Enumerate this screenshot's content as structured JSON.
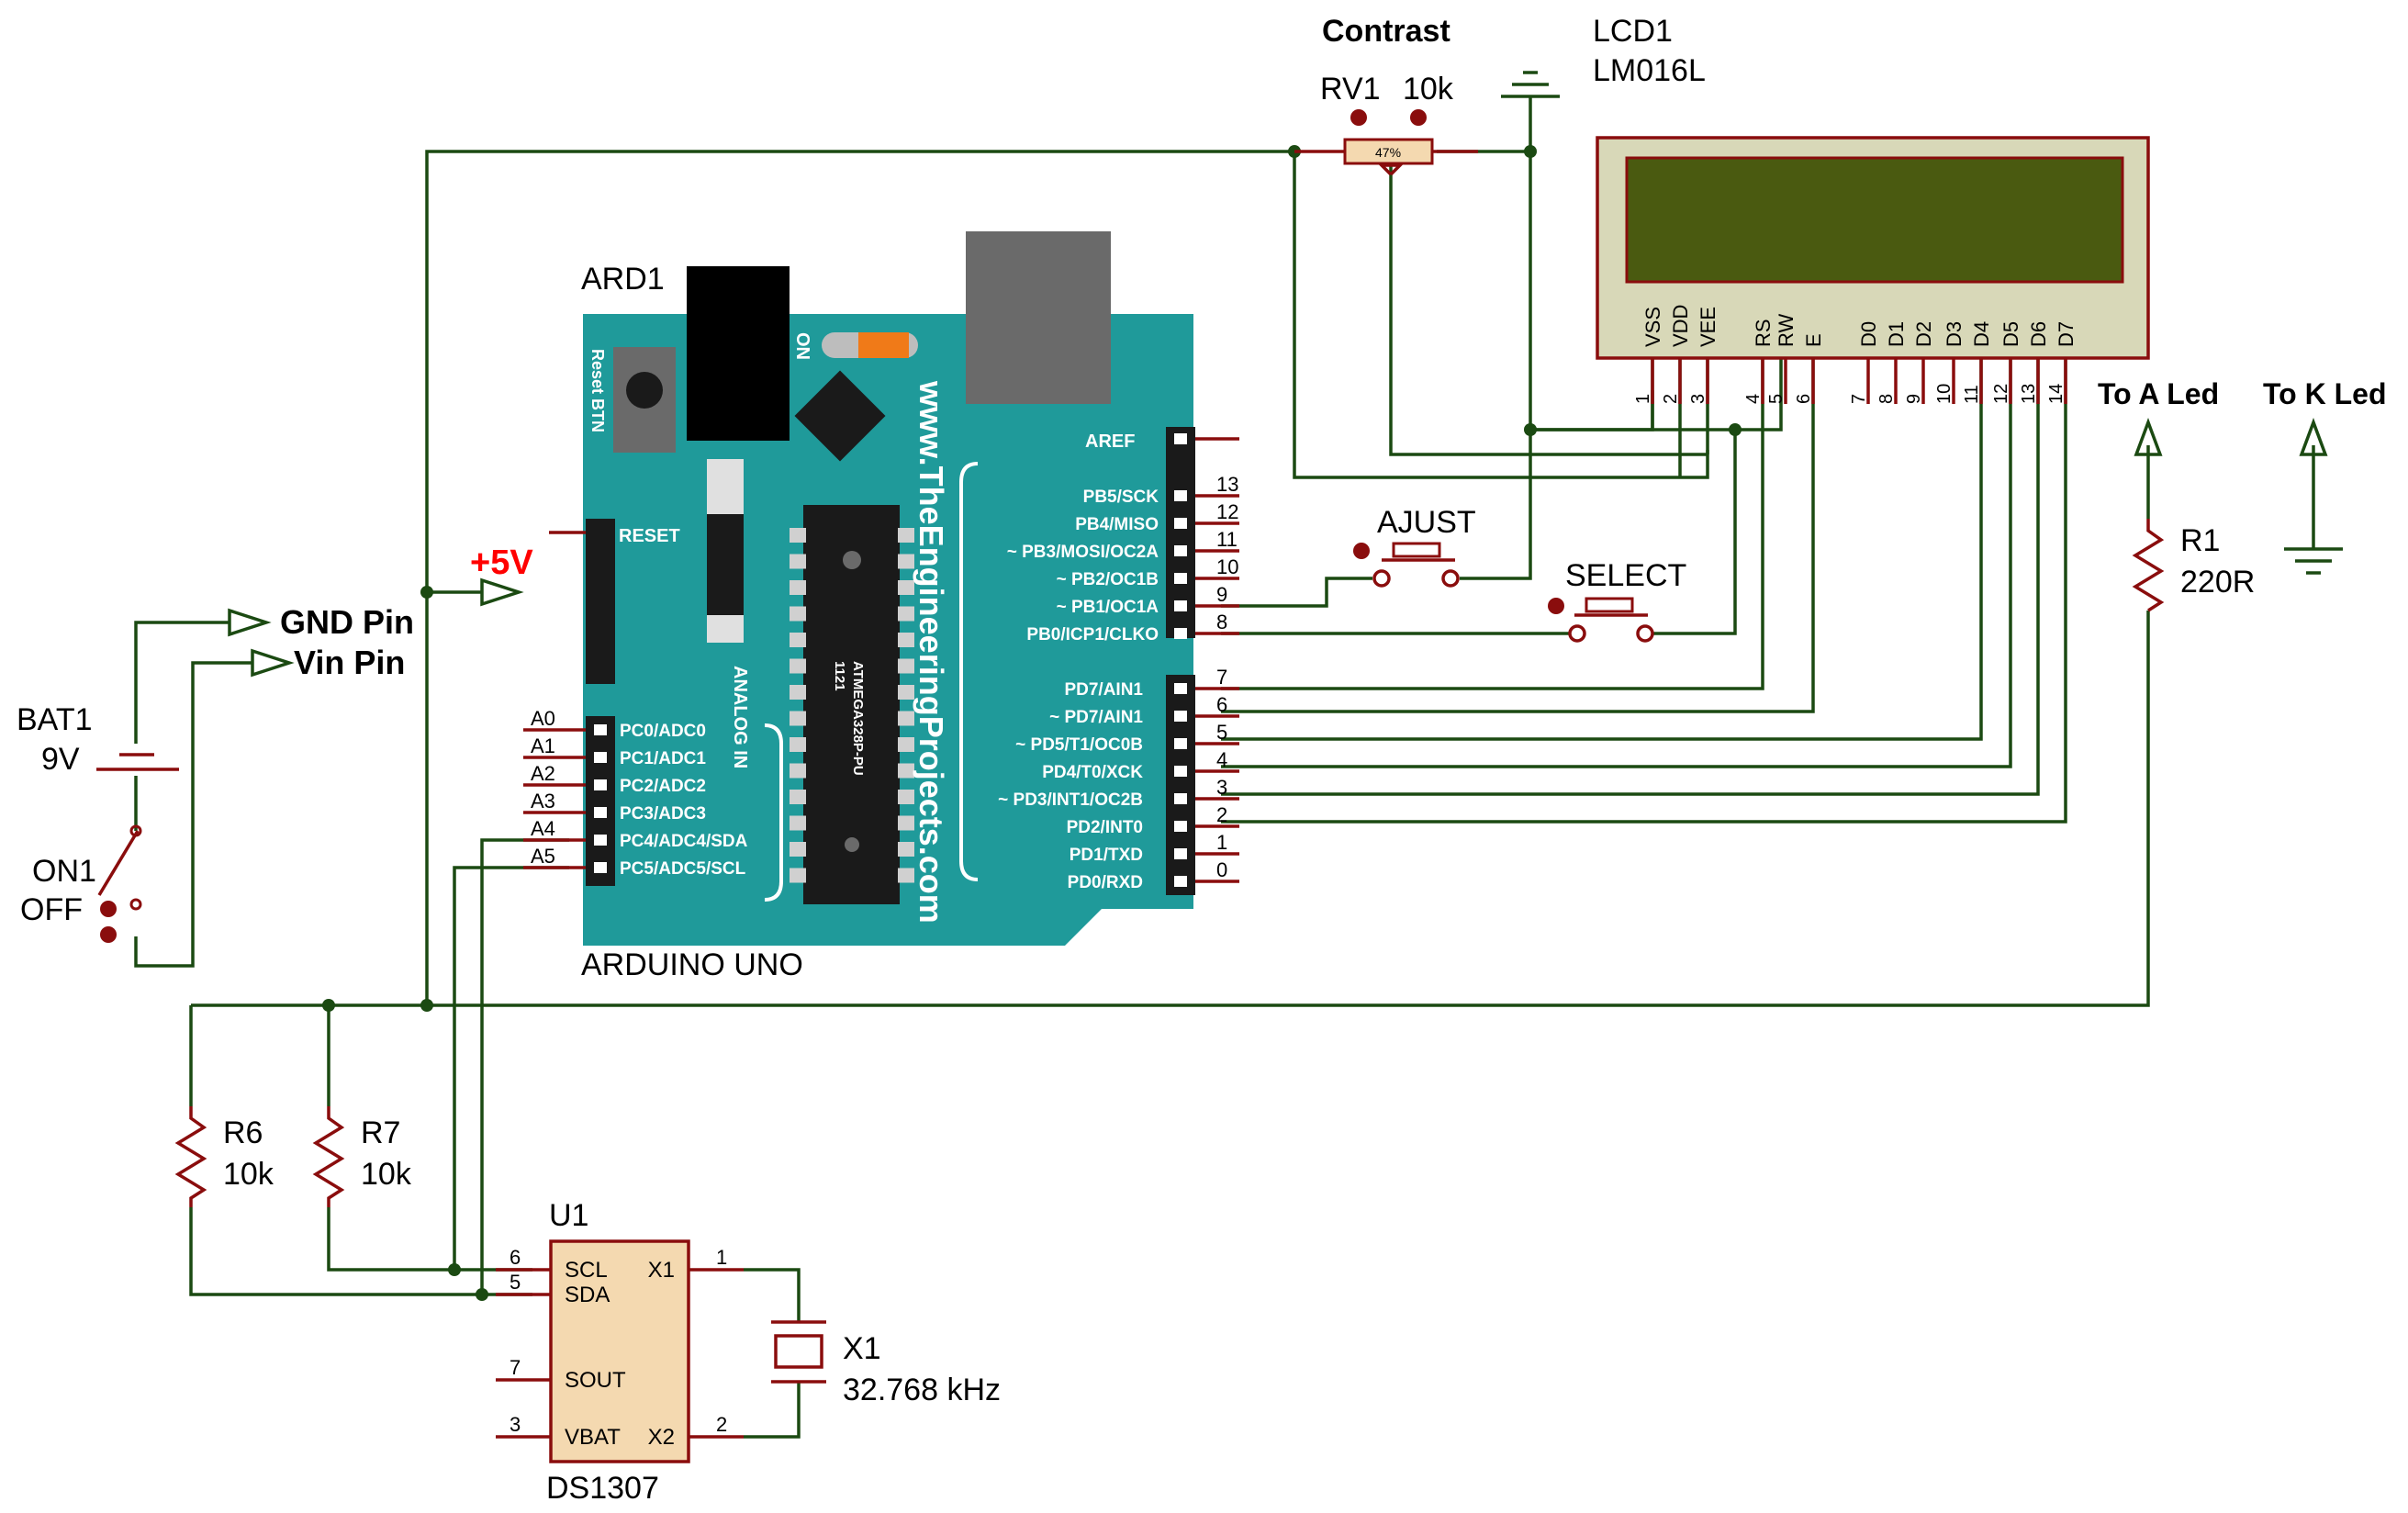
{
  "title_contrast": "Contrast",
  "rv1": {
    "ref": "RV1",
    "value": "10k",
    "percent": "47%"
  },
  "lcd": {
    "ref": "LCD1",
    "model": "LM016L",
    "pins": [
      "VSS",
      "VDD",
      "VEE",
      "RS",
      "RW",
      "E",
      "D0",
      "D1",
      "D2",
      "D3",
      "D4",
      "D5",
      "D6",
      "D7"
    ],
    "nums": [
      "1",
      "2",
      "3",
      "4",
      "5",
      "6",
      "7",
      "8",
      "9",
      "10",
      "11",
      "12",
      "13",
      "14"
    ]
  },
  "arduino": {
    "ref": "ARD1",
    "name": "ARDUINO UNO",
    "website": "www.TheEngineeringProjects.com",
    "reset_btn": "Reset BTN",
    "on": "ON",
    "analog_in": "ANALOG IN",
    "chip": "ATMEGA328P-PU",
    "chip_code": "1121",
    "reset": "RESET",
    "aref": "AREF",
    "analog_pins": [
      {
        "tag": "A0",
        "label": "PC0/ADC0"
      },
      {
        "tag": "A1",
        "label": "PC1/ADC1"
      },
      {
        "tag": "A2",
        "label": "PC2/ADC2"
      },
      {
        "tag": "A3",
        "label": "PC3/ADC3"
      },
      {
        "tag": "A4",
        "label": "PC4/ADC4/SDA"
      },
      {
        "tag": "A5",
        "label": "PC5/ADC5/SCL"
      }
    ],
    "pb_pins": [
      {
        "num": "13",
        "label": "PB5/SCK"
      },
      {
        "num": "12",
        "label": "PB4/MISO"
      },
      {
        "num": "11",
        "label": "~ PB3/MOSI/OC2A"
      },
      {
        "num": "10",
        "label": "~ PB2/OC1B"
      },
      {
        "num": "9",
        "label": "~ PB1/OC1A"
      },
      {
        "num": "8",
        "label": "PB0/ICP1/CLKO"
      }
    ],
    "pd_pins": [
      {
        "num": "7",
        "label": "PD7/AIN1"
      },
      {
        "num": "6",
        "label": "~ PD7/AIN1"
      },
      {
        "num": "5",
        "label": "~ PD5/T1/OC0B"
      },
      {
        "num": "4",
        "label": "PD4/T0/XCK"
      },
      {
        "num": "3",
        "label": "~ PD3/INT1/OC2B"
      },
      {
        "num": "2",
        "label": "PD2/INT0"
      },
      {
        "num": "1",
        "label": "PD1/TXD"
      },
      {
        "num": "0",
        "label": "PD0/RXD"
      }
    ]
  },
  "power": {
    "plus5v": "+5V",
    "gnd_pin": "GND Pin",
    "vin_pin": "Vin Pin"
  },
  "battery": {
    "ref": "BAT1",
    "value": "9V"
  },
  "switch": {
    "ref": "ON1",
    "state": "OFF"
  },
  "buttons": {
    "ajust": "AJUST",
    "select": "SELECT"
  },
  "r6": {
    "ref": "R6",
    "value": "10k"
  },
  "r7": {
    "ref": "R7",
    "value": "10k"
  },
  "r1": {
    "ref": "R1",
    "value": "220R"
  },
  "led_a": "To A Led",
  "led_k": "To K Led",
  "rtc": {
    "ref": "U1",
    "model": "DS1307",
    "pins": [
      {
        "name": "SCL",
        "num": "6"
      },
      {
        "name": "SDA",
        "num": "5"
      },
      {
        "name": "SOUT",
        "num": "7"
      },
      {
        "name": "VBAT",
        "num": "3"
      },
      {
        "name": "X1",
        "num": "1"
      },
      {
        "name": "X2",
        "num": "2"
      }
    ]
  },
  "crystal": {
    "ref": "X1",
    "value": "32.768 kHz"
  },
  "colors": {
    "board": "#1f9a9a",
    "wire": "#1b4a12",
    "part": "#8a0d0d",
    "lcd_frame": "#d8d8b8",
    "lcd_screen": "#4a5a10",
    "red_label": "#ff0000"
  }
}
